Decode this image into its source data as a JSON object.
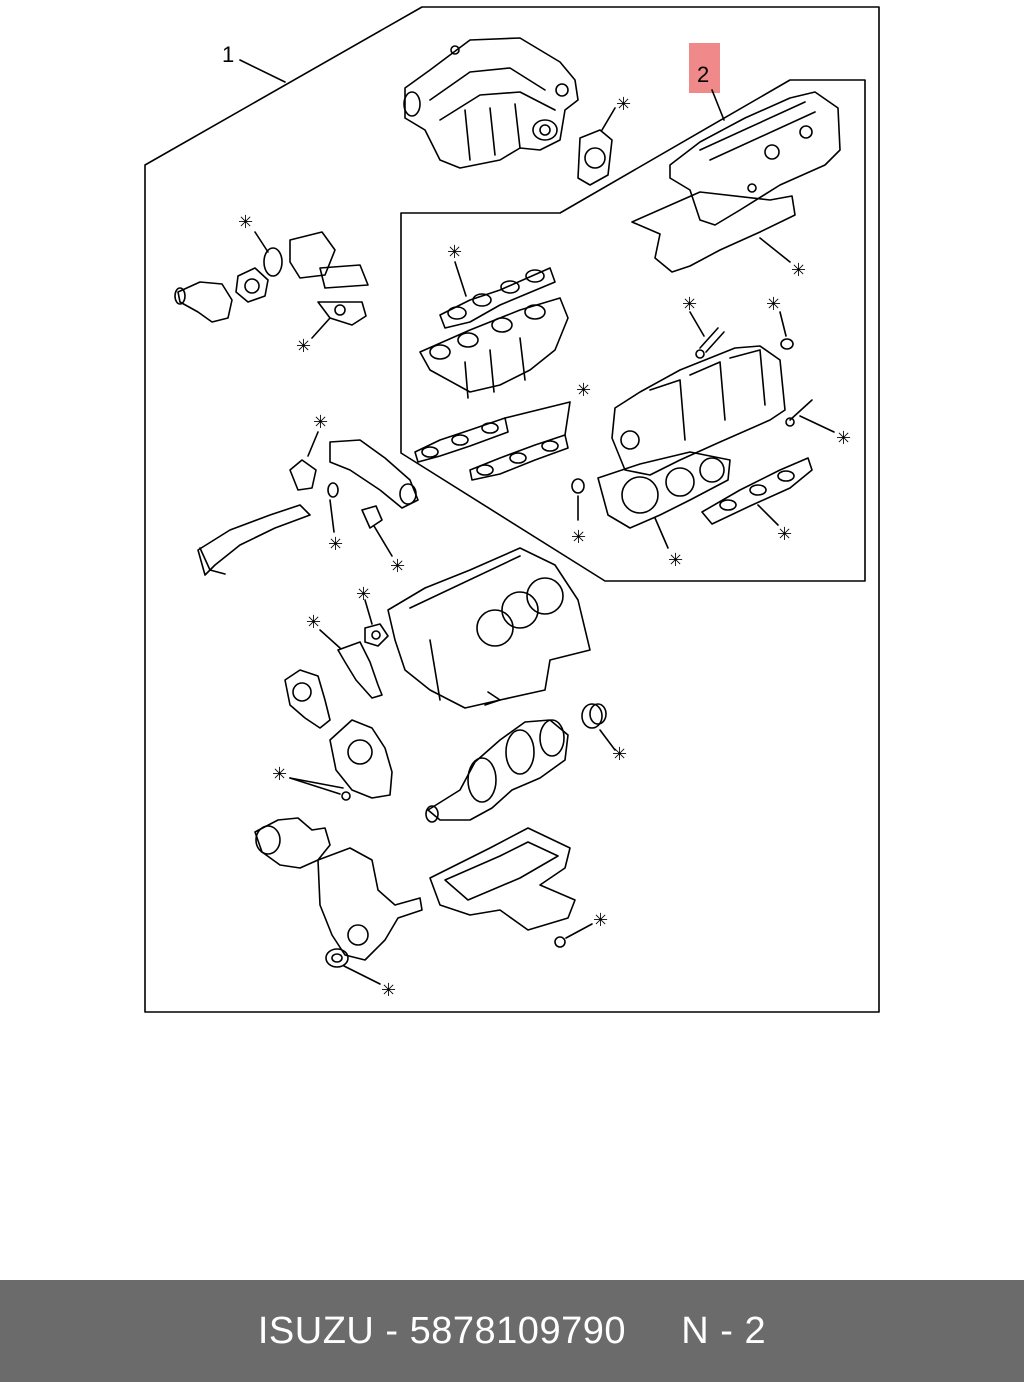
{
  "diagram": {
    "callouts": {
      "kit": "1",
      "head_set": "2"
    },
    "marker_symbol": "✳",
    "colors": {
      "line": "#000000",
      "highlight": "#f08a8a",
      "background": "#ffffff"
    }
  },
  "footer": {
    "brand": "ISUZU",
    "separator": " - ",
    "part_number": "5878109790",
    "gap": "     ",
    "page_ref": "N - 2",
    "background": "#6b6b6b",
    "text_color": "#ffffff"
  }
}
